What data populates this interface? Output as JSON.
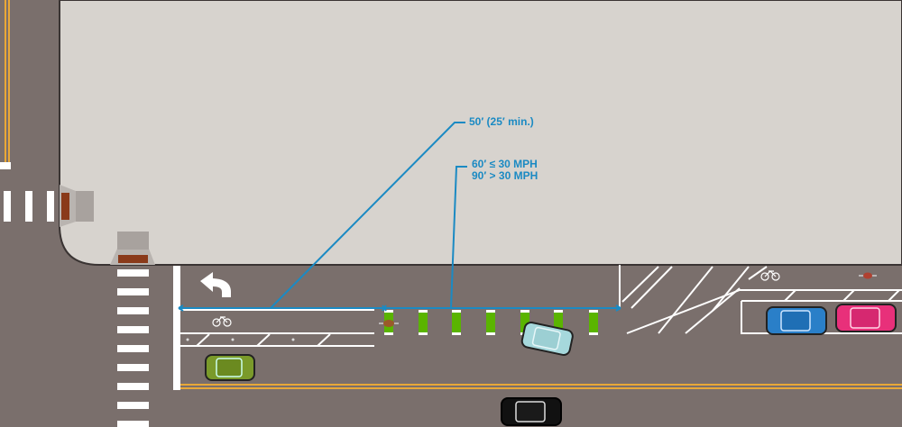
{
  "labels": {
    "min_distance": "50′ (25′ min.)",
    "speed_low": "60′ ≤ 30 MPH",
    "speed_high": "90′ > 30 MPH"
  },
  "colors": {
    "road": "#7a6f6c",
    "sidewalk": "#d7d3ce",
    "dimension_line": "#1b8ac3",
    "green_paint": "#5ab400",
    "centerline": "#e8a838",
    "car_green": "#7a9a2a",
    "car_lightblue": "#a6d8dc",
    "car_blue": "#2a7fc8",
    "car_pink": "#e8307a",
    "car_black": "#111111"
  }
}
